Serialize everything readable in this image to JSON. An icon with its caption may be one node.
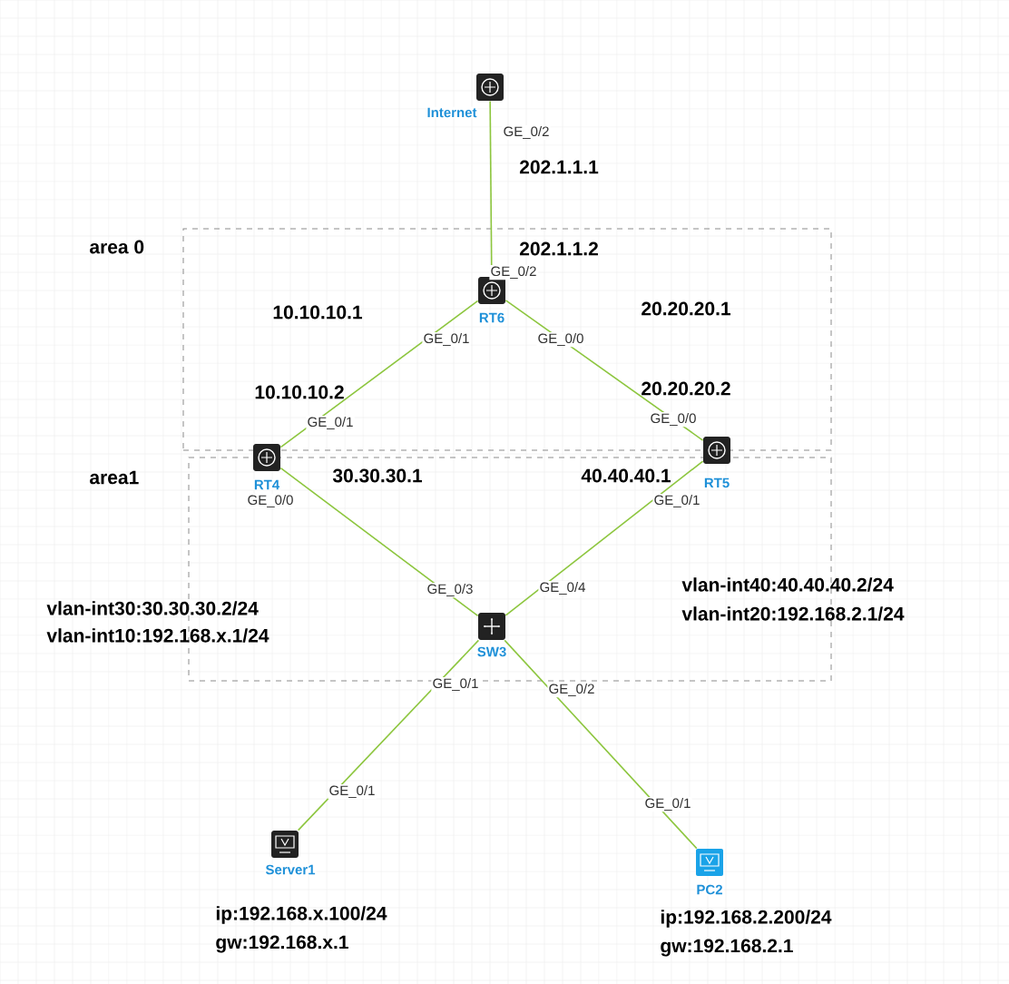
{
  "diagram": {
    "nodes": [
      {
        "text": [
          "Internet"
        ]
      },
      {
        "text": [
          "area 0"
        ]
      },
      {
        "text": [
          "RT6"
        ],
        "in": 1
      },
      {
        "text": [
          "area1"
        ]
      },
      {
        "text": [
          "RT4"
        ]
      },
      {
        "text": [
          "RT5"
        ]
      },
      {
        "text": [
          "SW3"
        ],
        "in": 3
      },
      {
        "text": [
          "Server1"
        ]
      },
      {
        "text": [
          "PC2"
        ]
      }
    ],
    "edges": [
      {
        "from": 0,
        "to": 2,
        "arrow": "none"
      },
      {
        "from": 2,
        "to": 4,
        "arrow": "none"
      },
      {
        "from": 2,
        "to": 5,
        "arrow": "none"
      },
      {
        "from": 4,
        "to": 6,
        "arrow": "none"
      },
      {
        "from": 5,
        "to": 6,
        "arrow": "none"
      },
      {
        "from": 6,
        "to": 7,
        "arrow": "none"
      },
      {
        "from": 6,
        "to": 8,
        "arrow": "none"
      }
    ],
    "labels": [
      "GE_0/2",
      "202.1.1.1",
      "202.1.1.2",
      "GE_0/2",
      "10.10.10.1",
      "20.20.20.1",
      "GE_0/1",
      "GE_0/0",
      "10.10.10.2",
      "20.20.20.2",
      "GE_0/1",
      "GE_0/0",
      "30.30.30.1",
      "40.40.40.1",
      "GE_0/0",
      "GE_0/1",
      "GE_0/3",
      "GE_0/4",
      "vlan-int40:40.40.40.2/24",
      "vlan-int30:30.30.30.2/24",
      "vlan-int20:192.168.2.1/24",
      "vlan-int10:192.168.x.1/24",
      "GE_0/1",
      "GE_0/2",
      "GE_0/1",
      "GE_0/1",
      "ip:192.168.x.100/24",
      "gw:192.168.x.1",
      "ip:192.168.2.200/24",
      "gw:192.168.2.1"
    ]
  }
}
